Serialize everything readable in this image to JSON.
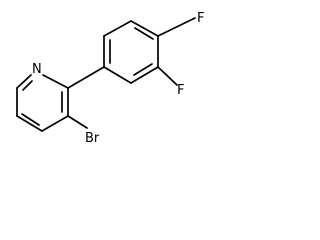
{
  "molecule": {
    "atoms": {
      "nitrogen": "N",
      "bromine": "Br",
      "fluorine_top": "F",
      "fluorine_bottom": "F"
    }
  }
}
